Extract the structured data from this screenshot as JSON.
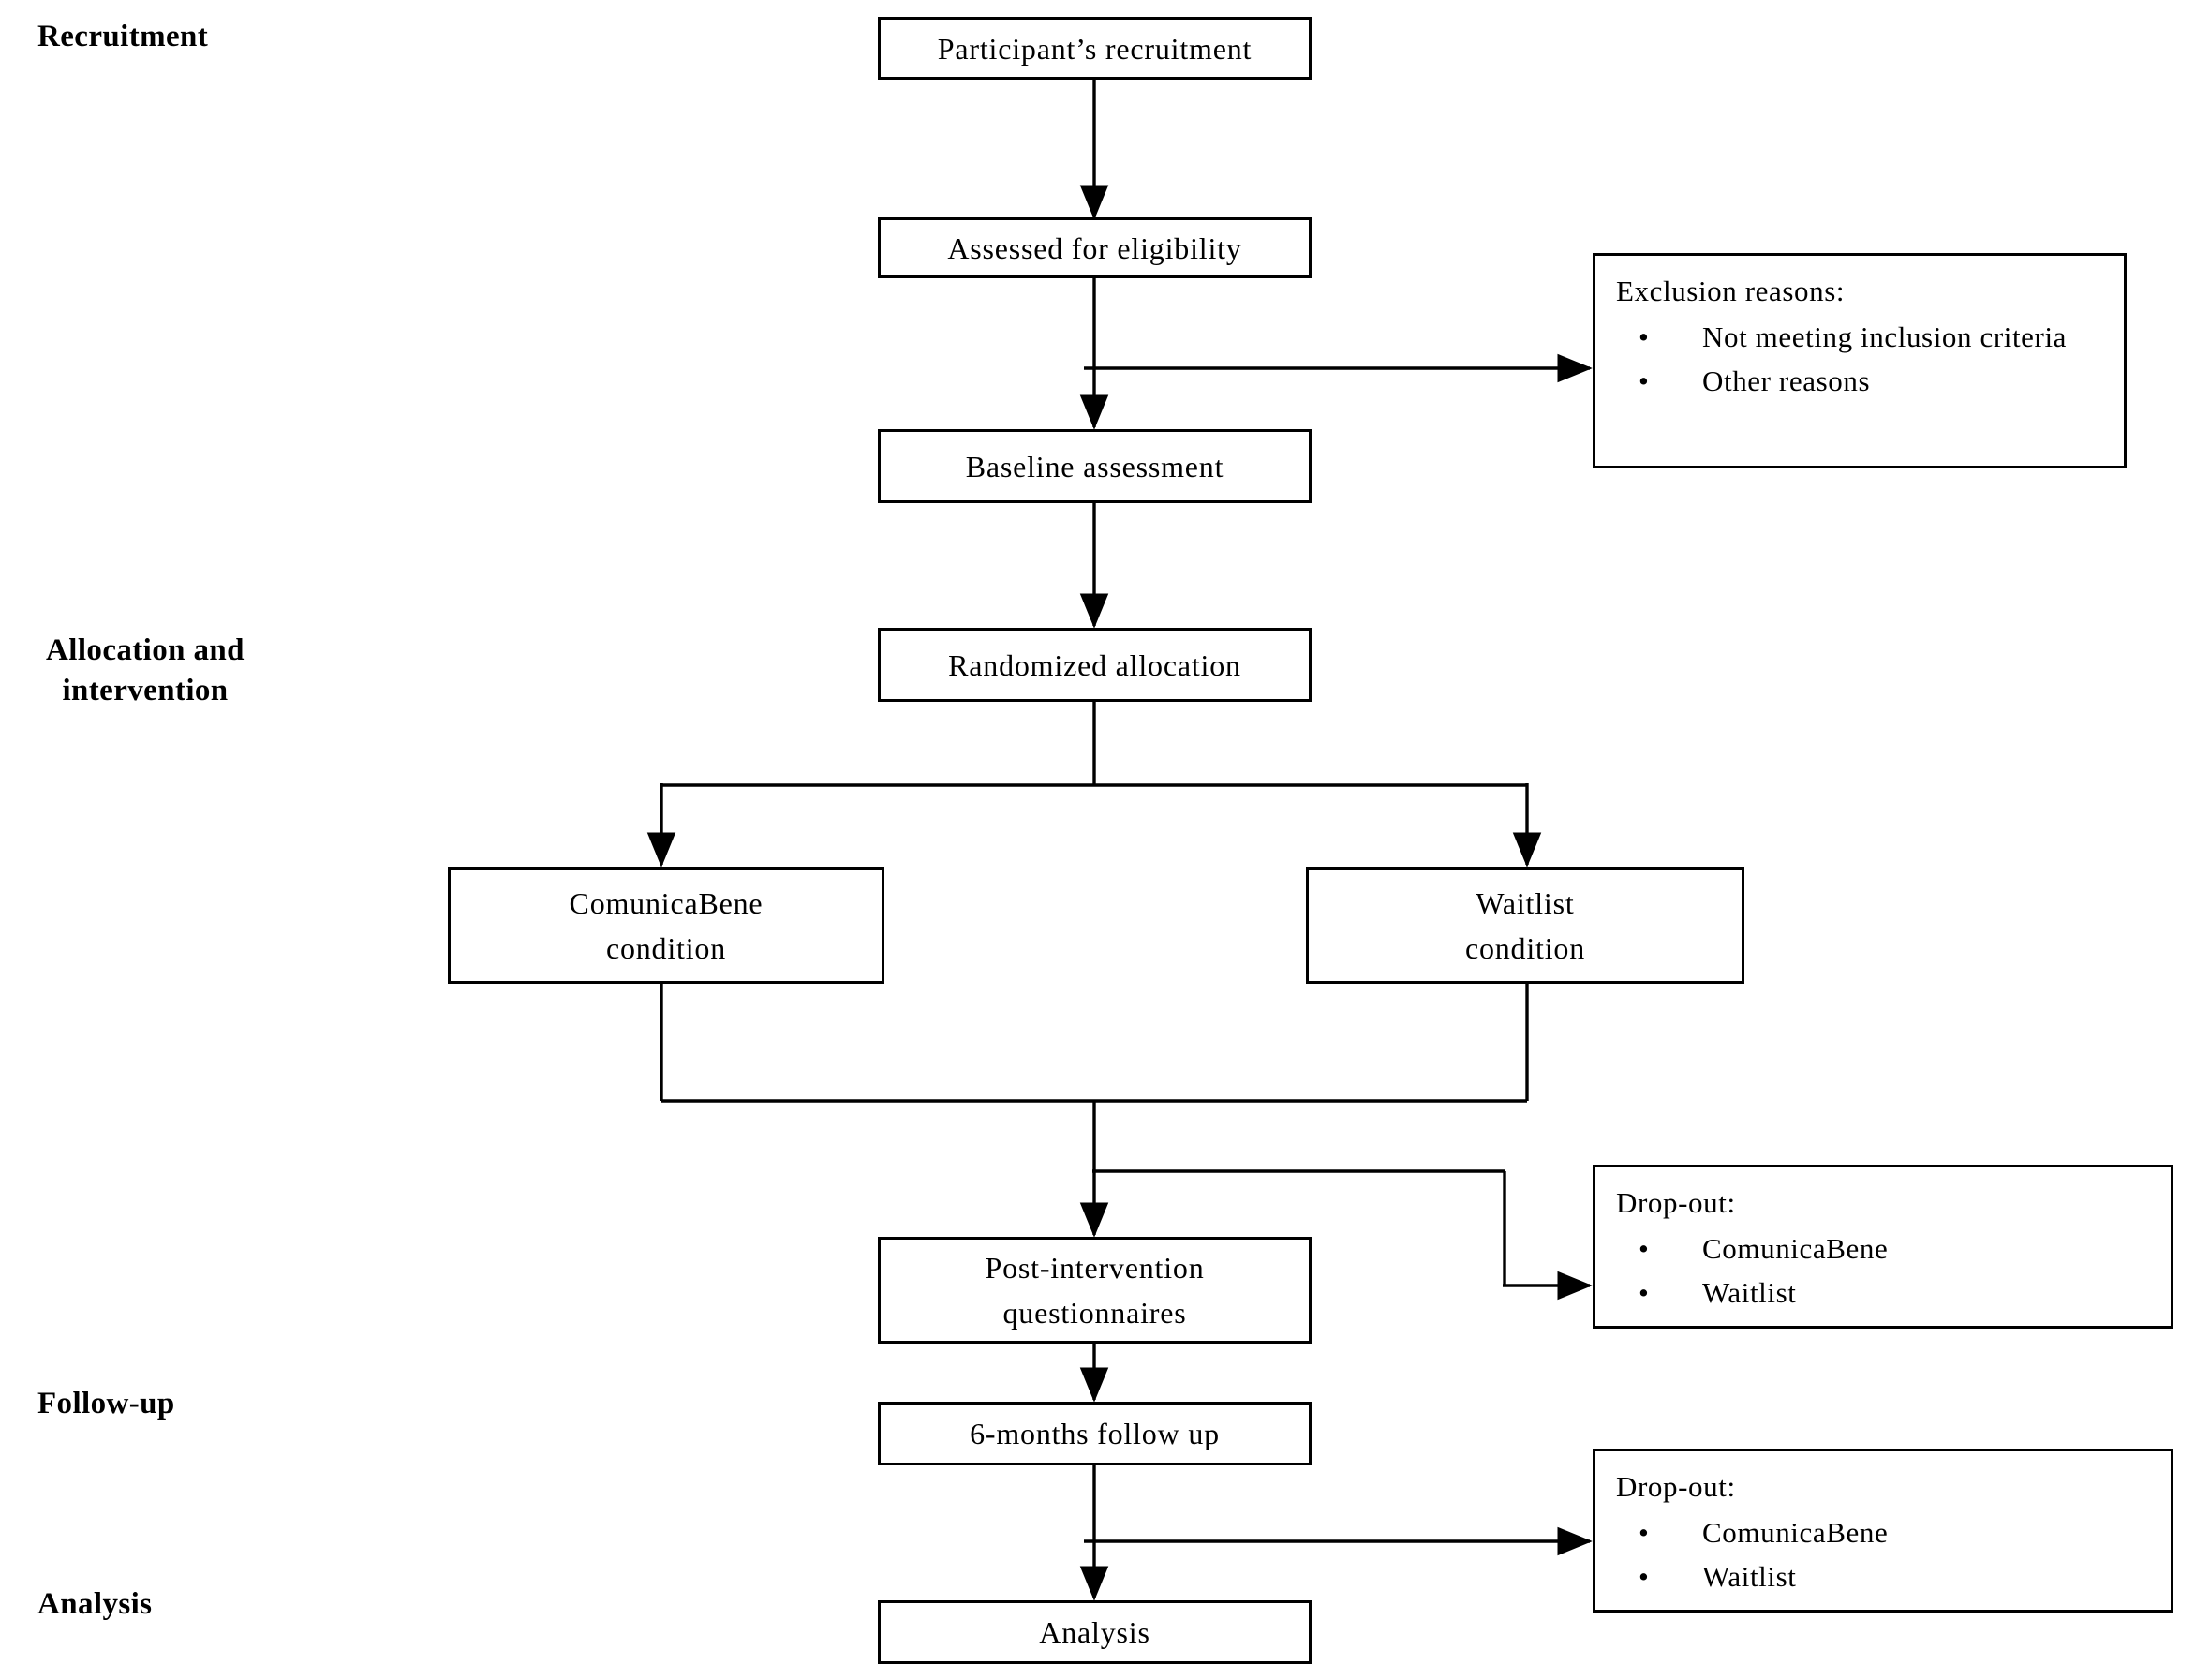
{
  "diagram": {
    "type": "consort-flow-diagram",
    "stage_labels": [
      {
        "name": "recruitment",
        "text": "Recruitment"
      },
      {
        "name": "allocation",
        "text": "Allocation and\nintervention"
      },
      {
        "name": "follow-up",
        "text": "Follow-up"
      },
      {
        "name": "analysis",
        "text": "Analysis"
      }
    ],
    "nodes": [
      {
        "id": "participants-recruitment",
        "text": "Participant’s recruitment"
      },
      {
        "id": "assessed-for-eligibility",
        "text": "Assessed for eligibility"
      },
      {
        "id": "baseline-assessment",
        "text": "Baseline assessment"
      },
      {
        "id": "randomized-allocation",
        "text": "Randomized allocation"
      },
      {
        "id": "comunicabene-condition",
        "text": "ComunicaBene\ncondition"
      },
      {
        "id": "waitlist-condition",
        "text": "Waitlist\ncondition"
      },
      {
        "id": "post-intervention-questionnaires",
        "text": "Post-intervention\nquestionnaires"
      },
      {
        "id": "six-months-follow-up",
        "text": "6-months follow up"
      },
      {
        "id": "analysis",
        "text": "Analysis"
      }
    ],
    "side_boxes": [
      {
        "id": "exclusion-reasons",
        "title": "Exclusion reasons:",
        "items": [
          "Not meeting inclusion criteria",
          "Other reasons"
        ],
        "bullet": "•"
      },
      {
        "id": "drop-out-post-intervention",
        "title": "Drop-out:",
        "items": [
          "ComunicaBene",
          "Waitlist"
        ],
        "bullet": "•"
      },
      {
        "id": "drop-out-follow-up",
        "title": "Drop-out:",
        "items": [
          "ComunicaBene",
          "Waitlist"
        ],
        "bullet": "•"
      }
    ],
    "colors": {
      "background": "#ffffff",
      "stroke": "#000000",
      "text": "#000000"
    }
  }
}
